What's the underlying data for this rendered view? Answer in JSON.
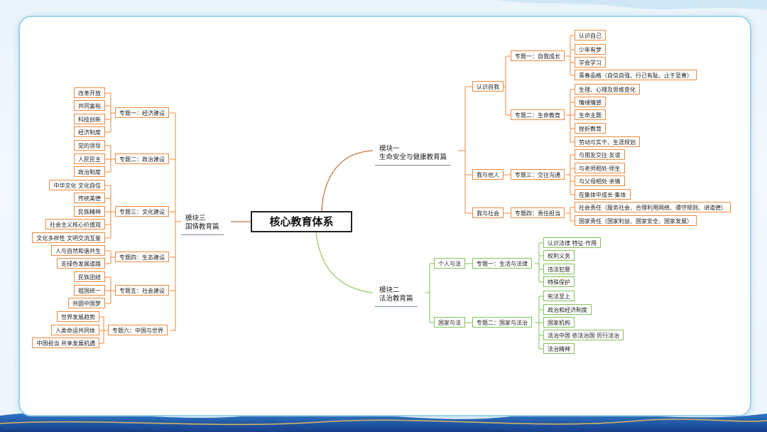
{
  "title": "核心教育体系",
  "modules": {
    "m1": {
      "line1": "模块一",
      "line2": "生命安全与健康教育篇"
    },
    "m2": {
      "line1": "模块二",
      "line2": "法治教育篇"
    },
    "m3": {
      "line1": "模块三",
      "line2": "国情教育篇"
    }
  },
  "m1": {
    "groups": [
      "认识自我",
      "我与他人",
      "我与社会"
    ],
    "topics": [
      "专题一：自我成长",
      "专题二：生命教育",
      "专题三：交往沟通",
      "专题四：责任担当"
    ],
    "leaves": [
      "认识自己",
      "少年有梦",
      "学会学习",
      "青春品格（自信自强、行己有耻、止于至善）",
      "生理、心理及思维变化",
      "情绪情感",
      "生命主题",
      "挫折教育",
      "劳动与实干、生涯规划",
      "与朋友交往·友谊",
      "与老师相处·师生",
      "与父母相处·亲情",
      "在集体中成长·集体",
      "社会责任（服务社会、合理利用网络、遵守规则、讲道德）",
      "国家责任（国家利益、国家安全、国家发展）"
    ]
  },
  "m2": {
    "groups": [
      "个人与法",
      "国家与法"
    ],
    "topics": [
      "专题一：生活与法律",
      "专题二：国家与法治"
    ],
    "leaves": [
      "认识法律 特征·作用",
      "权利义务",
      "违法犯罪",
      "特殊保护",
      "宪法至上",
      "政治和经济制度",
      "国家机构",
      "法治中国 依法治国·厉行法治",
      "法治精神"
    ]
  },
  "m3": {
    "topics": [
      "专题一：经济建设",
      "专题二：政治建设",
      "专题三：文化建设",
      "专题四：生态建设",
      "专题五：社会建设",
      "专题六：中国与世界"
    ],
    "leaves": [
      "改革开放",
      "共同富裕",
      "科技创新",
      "经济制度",
      "党的领导",
      "人民民主",
      "政治制度",
      "中华文化 文化自信",
      "传统美德",
      "民族精神",
      "社会主义核心价值观",
      "文化多样性 文明交流互鉴",
      "人与自然和谐共生",
      "走绿色发展道路",
      "民族团结",
      "祖国统一",
      "共圆中国梦",
      "世界发展趋势",
      "人类命运共同体",
      "中国担当 共享发展机遇"
    ]
  },
  "colors": {
    "orange": "#ef8a3c",
    "green": "#7fc35a",
    "brown": "#c98a5a",
    "lightgreen": "#a9d27a",
    "frame": "#9ed3ec"
  }
}
